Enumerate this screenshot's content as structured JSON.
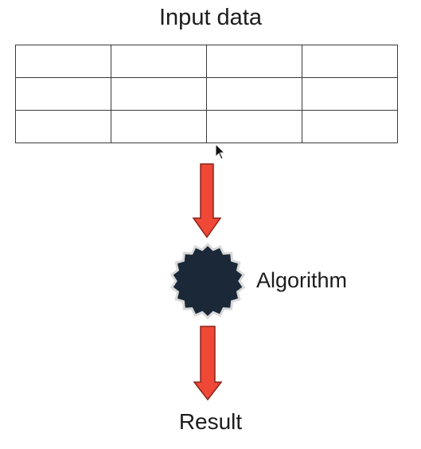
{
  "diagram": {
    "title": "Input data",
    "table": {
      "rows": 3,
      "cols": 4
    },
    "process_label": "Algorithm",
    "output_label": "Result",
    "arrow_color": "#ef4836",
    "arrow_stroke": "#8a241b",
    "gear_color": "#1b2838",
    "gear_stroke": "#d9d9d9"
  }
}
